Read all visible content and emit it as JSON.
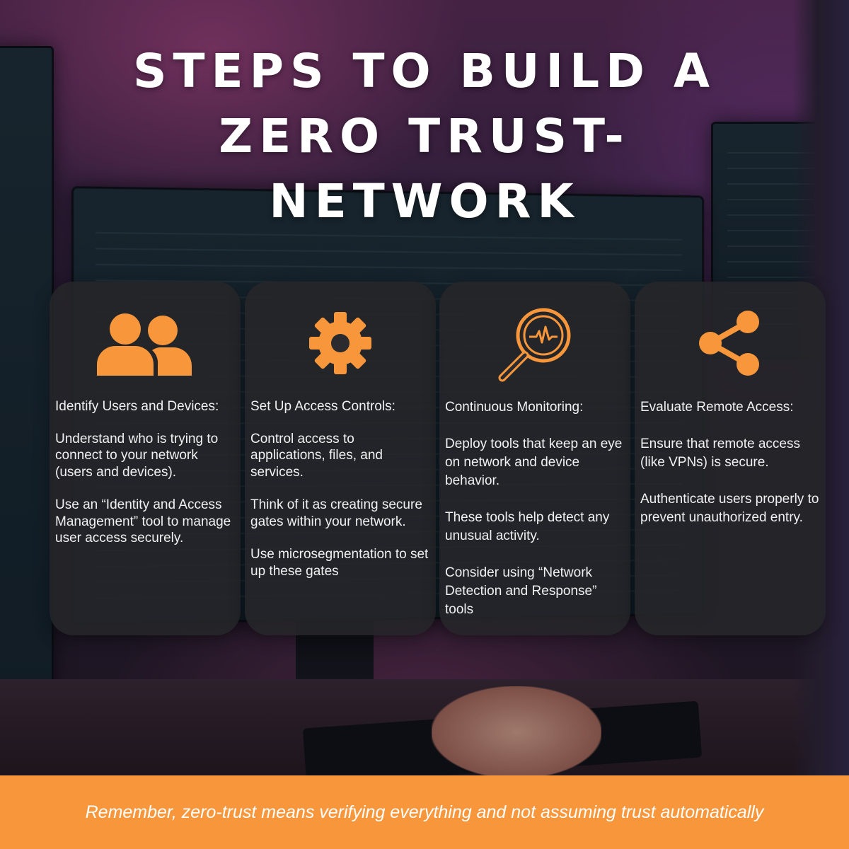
{
  "title": {
    "line1": "STEPS TO BUILD A",
    "line2": "ZERO TRUST-",
    "line3": "NETWORK"
  },
  "colors": {
    "accent": "#f7963b",
    "card_bg": "#26262a",
    "text": "#f1f1f1"
  },
  "steps": [
    {
      "icon": "users-icon",
      "heading": "Identify Users and Devices:",
      "paragraphs": [
        "Understand who is trying to connect to your network (users and devices).",
        "Use an “Identity and Access Management” tool to manage user access securely."
      ]
    },
    {
      "icon": "gear-icon",
      "heading": "Set Up Access Controls:",
      "paragraphs": [
        "Control access to applications, files, and services.",
        "Think of it as creating secure gates within your network.",
        "Use microsegmentation to set up these gates"
      ]
    },
    {
      "icon": "magnifier-pulse-icon",
      "heading": "Continuous Monitoring:",
      "paragraphs": [
        "Deploy tools that keep an eye on network and device behavior.",
        "These tools help detect any unusual activity.",
        "Consider using “Network Detection and Response” tools"
      ]
    },
    {
      "icon": "share-icon",
      "heading": "Evaluate Remote Access:",
      "paragraphs": [
        "Ensure that remote access (like VPNs) is secure.",
        "Authenticate users properly to prevent unauthorized entry."
      ]
    }
  ],
  "footer": {
    "text": "Remember, zero-trust means verifying everything and not assuming trust automatically"
  }
}
